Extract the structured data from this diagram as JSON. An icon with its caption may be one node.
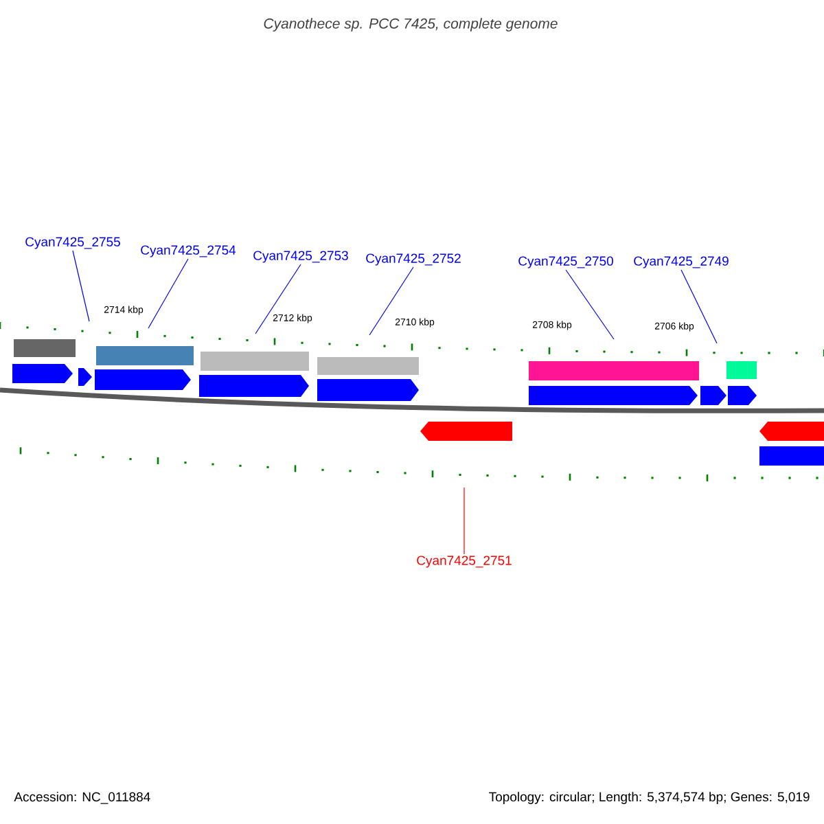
{
  "diagram": {
    "title": "Cyanothece sp. PCC 7425, complete genome",
    "nodes": [
      {
        "text": [
          "Cyan7425_2755"
        ]
      },
      {
        "text": [
          "Cyan7425_2754"
        ]
      },
      {
        "text": [
          "Cyan7425_2753"
        ]
      },
      {
        "text": [
          "Cyan7425_2752"
        ]
      },
      {
        "text": [
          "Cyan7425_2750"
        ]
      },
      {
        "text": [
          "Cyan7425_2749"
        ]
      },
      {
        "text": [
          "Cyan7425_2751"
        ]
      }
    ],
    "edges": [
      {
        "from": 0,
        "to": null,
        "arrow": "none"
      },
      {
        "from": 1,
        "to": null,
        "arrow": "none"
      },
      {
        "from": 2,
        "to": null,
        "arrow": "none"
      },
      {
        "from": 3,
        "to": null,
        "arrow": "none"
      },
      {
        "from": 4,
        "to": null,
        "arrow": "none"
      },
      {
        "from": 5,
        "to": null,
        "arrow": "none"
      },
      {
        "from": 6,
        "to": null,
        "arrow": "none",
        "color": "#ff0000"
      }
    ],
    "labels": [
      "2714 kbp",
      "2712 kbp",
      "2710 kbp",
      "2708 kbp",
      "2706 kbp",
      "Accession: NC_011884",
      "Topology: circular; Length: 5,374,574 bp; Genes: 5,019"
    ]
  }
}
